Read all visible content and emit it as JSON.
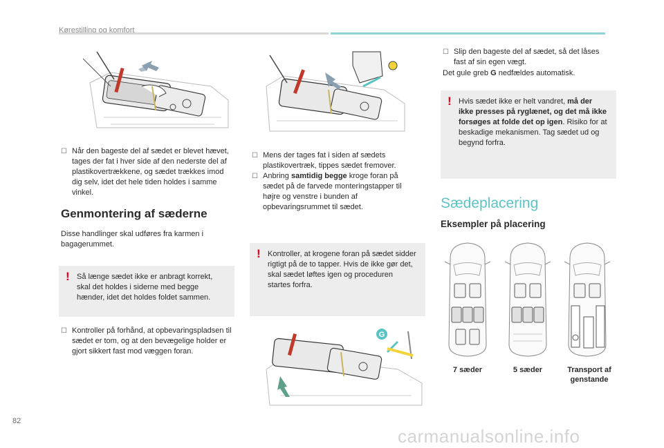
{
  "header": {
    "section": "Kørestilling og komfort"
  },
  "page_number": "82",
  "watermark": "carmanualsonline.info",
  "col1": {
    "bullet1": "Når den bageste del af sædet er blevet hævet, tages der fat i hver side af den nederste del af plastikovertrækkene, og sædet trækkes imod dig selv, idet det hele tiden holdes i samme vinkel.",
    "heading": "Genmontering af sæderne",
    "intro": "Disse handlinger skal udføres fra karmen i bagagerummet.",
    "warning": "Så længe sædet ikke er anbragt korrekt, skal det holdes i siderne med begge hænder, idet det holdes foldet sammen.",
    "bullet2": "Kontroller på forhånd, at opbevaringspladsen til sædet er tom, og at den bevægelige holder er gjort sikkert fast mod væggen foran."
  },
  "col2": {
    "bullet1": "Mens der tages fat i siden af sædets plastikovertræk, tippes sædet fremover.",
    "bullet2_pre": "Anbring ",
    "bullet2_bold": "samtidig begge",
    "bullet2_post": " kroge foran på sædet på de farvede monteringstapper til højre og venstre i bunden af opbevaringsrummet til sædet.",
    "warning": "Kontroller, at krogene foran på sædet sidder rigtigt på de to tapper. Hvis de ikke gør det, skal sædet løftes igen og proceduren startes forfra.",
    "label_g": "G"
  },
  "col3": {
    "bullet1": "Slip den bageste del af sædet, så det låses fast af sin egen vægt.",
    "para_pre": "Det gule greb ",
    "para_bold": "G",
    "para_post": " nedfældes automatisk.",
    "warning_pre": "Hvis sædet ikke er helt vandret, ",
    "warning_bold": "må der ikke presses på ryglænet, og det må ikke forsøges at folde det op igen",
    "warning_post": ". Risiko for at beskadige mekanismen. Tag sædet ud og begynd forfra.",
    "heading": "Sædeplacering",
    "subheading": "Eksempler på placering",
    "captions": [
      "7 sæder",
      "5 sæder",
      "Transport af genstande"
    ]
  },
  "colors": {
    "accent": "#5cc3c5",
    "warning": "#e2001a",
    "panel": "#ededed"
  }
}
